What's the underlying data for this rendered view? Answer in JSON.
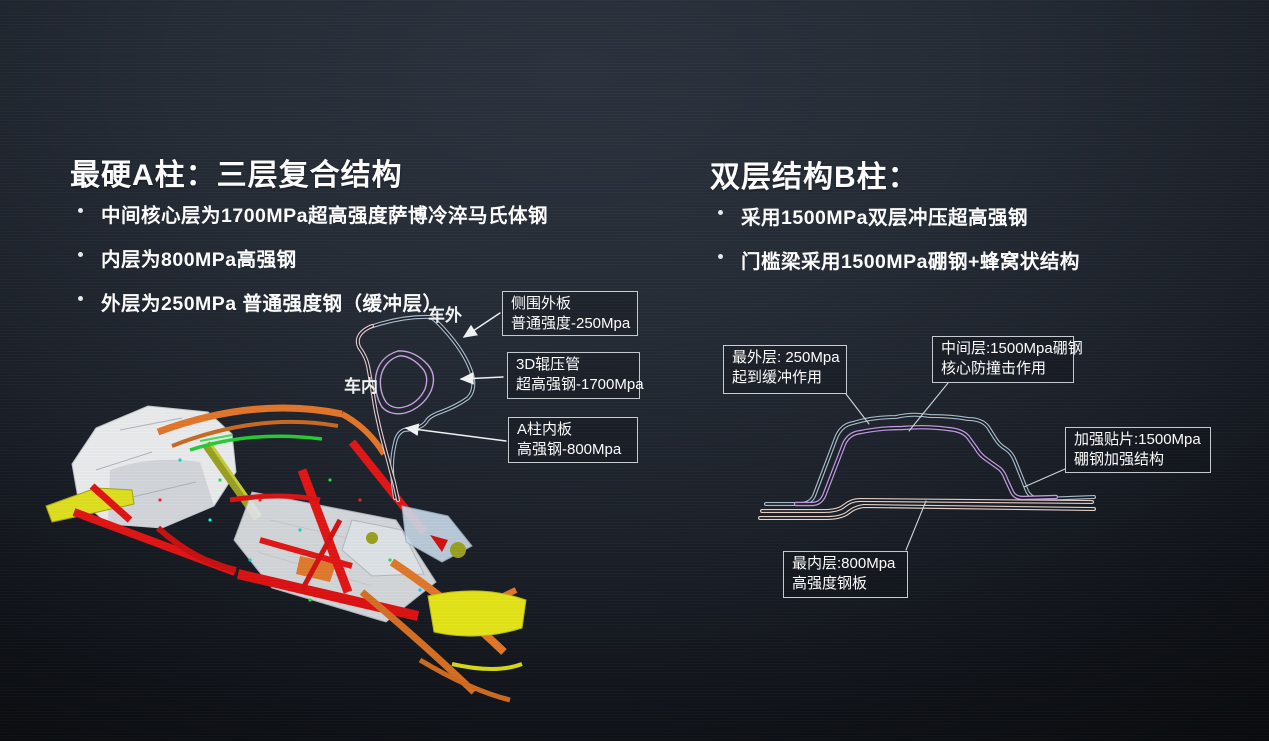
{
  "left_panel": {
    "title": "最硬A柱：三层复合结构",
    "bullets": [
      "中间核心层为1700MPa超高强度萨博冷淬马氏体钢",
      "内层为800MPa高强钢",
      "外层为250MPa 普通强度钢（缓冲层）"
    ]
  },
  "right_panel": {
    "title": "双层结构B柱：",
    "bullets": [
      "采用1500MPa双层冲压超高强钢",
      "门槛梁采用1500MPa硼钢+蜂窝状结构"
    ]
  },
  "a_pillar_diagram": {
    "outside_label": "车外",
    "inside_label": "车内",
    "callouts": [
      {
        "line1": "侧围外板",
        "line2": "普通强度-250Mpa"
      },
      {
        "line1": "3D辊压管",
        "line2": "超高强钢-1700Mpa"
      },
      {
        "line1": "A柱内板",
        "line2": "高强钢-800Mpa"
      }
    ]
  },
  "b_pillar_diagram": {
    "callouts": [
      {
        "line1": "最外层: 250Mpa",
        "line2": "起到缓冲作用"
      },
      {
        "line1": "中间层:1500Mpa硼钢",
        "line2": "核心防撞击作用"
      },
      {
        "line1": "加强贴片:1500Mpa",
        "line2": "硼钢加强结构"
      },
      {
        "line1": "最内层:800Mpa",
        "line2": "高强度钢板"
      }
    ]
  },
  "colors": {
    "background_top": "#2a303a",
    "background_bottom": "#07080a",
    "text": "#ffffff",
    "callout_border": "#c6ccd2",
    "outer_panel_line": "#a9bdcd",
    "roll_tube_line": "#c7a3e0",
    "inner_panel_line": "#e3c9cf",
    "bottom_plate_line": "#e6d2c8",
    "car_red": "#e21515",
    "car_orange": "#e0762a",
    "car_yellow": "#e4e419",
    "car_olive": "#99a021",
    "car_green": "#24cc33",
    "car_silver": "#e9ebed"
  }
}
